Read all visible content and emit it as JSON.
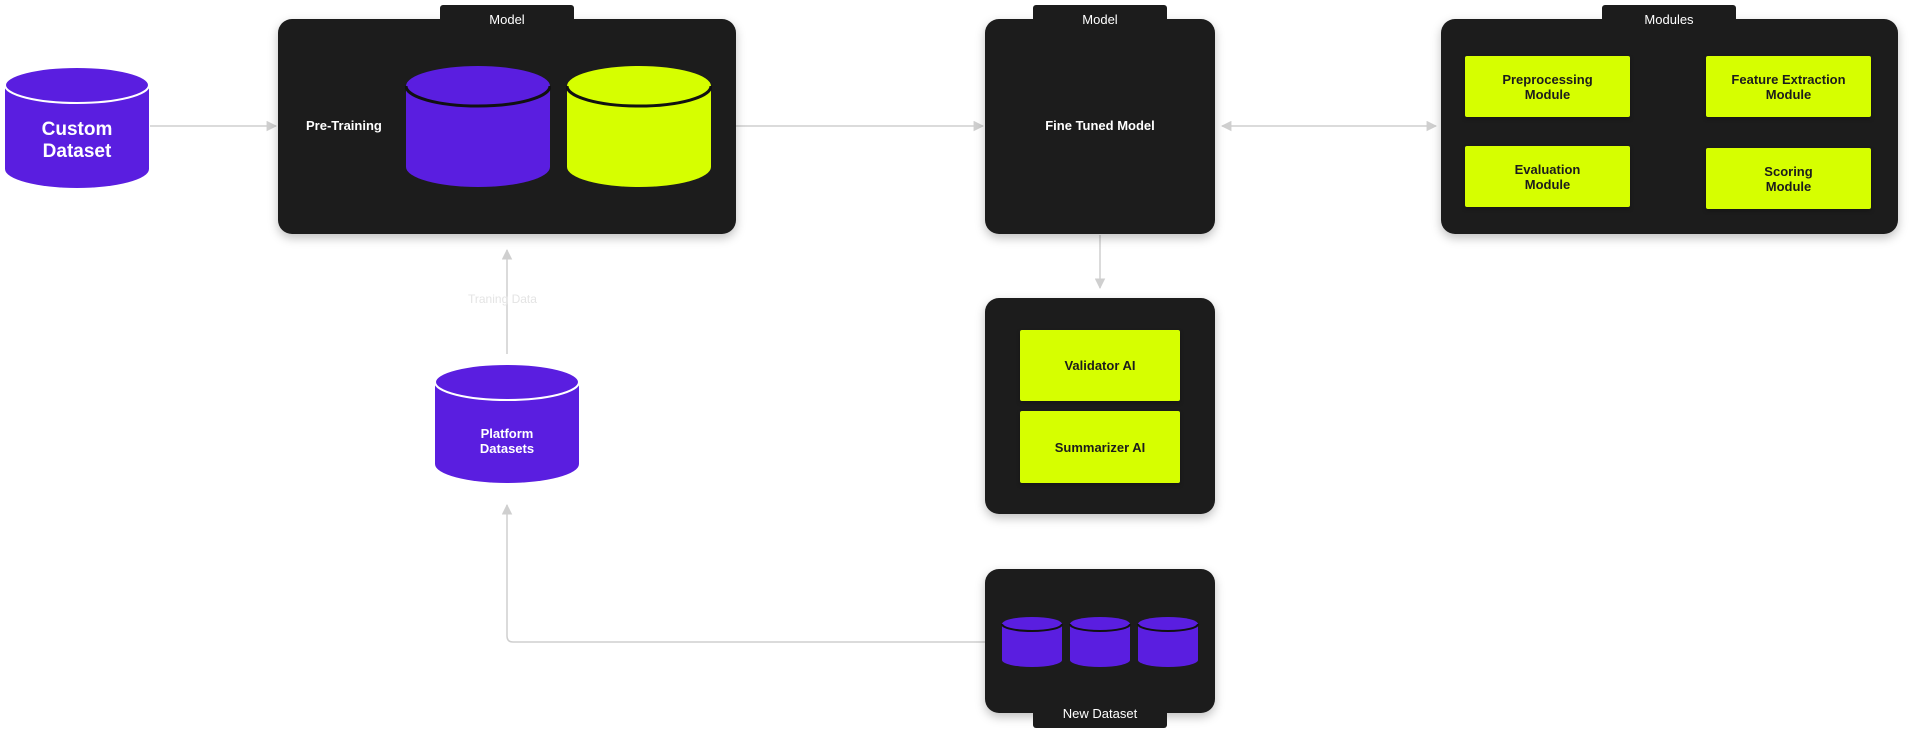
{
  "colors": {
    "panel": "#1c1c1c",
    "purple": "#5a1ee0",
    "lime": "#d6ff00",
    "connector": "#cfcfcf"
  },
  "custom_dataset": {
    "label": "Custom\nDataset",
    "icon": "database-cylinder-icon"
  },
  "pretraining_panel": {
    "tab": "Model",
    "label": "Pre-Training",
    "cylinders": [
      "purple-cylinder-icon",
      "lime-cylinder-icon"
    ]
  },
  "fine_tuned_panel": {
    "tab": "Model",
    "label": "Fine Tuned Model"
  },
  "modules_panel": {
    "tab": "Modules",
    "modules": [
      {
        "label": "Preprocessing\nModule"
      },
      {
        "label": "Feature Extraction\nModule"
      },
      {
        "label": "Evaluation\nModule"
      },
      {
        "label": "Scoring\nModule"
      }
    ]
  },
  "training_data_label": "Traning Data",
  "platform_datasets": {
    "label": "Platform\nDatasets",
    "icon": "database-cylinder-icon"
  },
  "ai_panel": {
    "items": [
      {
        "label": "Validator AI"
      },
      {
        "label": "Summarizer AI"
      }
    ]
  },
  "new_dataset_panel": {
    "tab": "New Dataset",
    "cylinders": [
      "small-cylinder-icon",
      "small-cylinder-icon",
      "small-cylinder-icon"
    ]
  }
}
